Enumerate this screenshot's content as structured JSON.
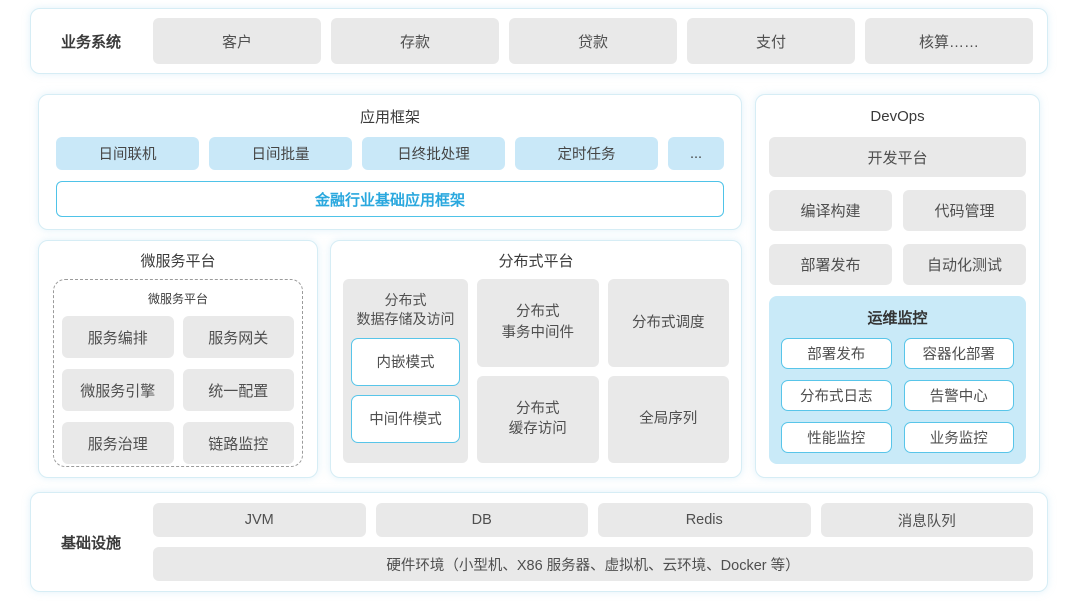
{
  "colors": {
    "container_border": "#d6edf5",
    "box_gray": "#e9e9e9",
    "box_blue": "#c9e8f8",
    "panel_blue": "#c9eaf8",
    "chip_border": "#58c5e9",
    "accent_text": "#2aa8de"
  },
  "business": {
    "label": "业务系统",
    "items": [
      "客户",
      "存款",
      "贷款",
      "支付",
      "核算……"
    ]
  },
  "app_framework": {
    "title": "应用框架",
    "items": [
      "日间联机",
      "日间批量",
      "日终批处理",
      "定时任务",
      "..."
    ],
    "base": "金融行业基础应用框架"
  },
  "microservice": {
    "title": "微服务平台",
    "inner_title": "微服务平台",
    "items": [
      "服务编排",
      "服务网关",
      "微服务引擎",
      "统一配置",
      "服务治理",
      "链路监控"
    ]
  },
  "distributed": {
    "title": "分布式平台",
    "storage": {
      "label_line1": "分布式",
      "label_line2": "数据存储及访问",
      "modes": [
        "内嵌模式",
        "中间件模式"
      ]
    },
    "cells": {
      "transaction_line1": "分布式",
      "transaction_line2": "事务中间件",
      "scheduling": "分布式调度",
      "cache_line1": "分布式",
      "cache_line2": "缓存访问",
      "sequence": "全局序列"
    }
  },
  "devops": {
    "title": "DevOps",
    "dev_platform": "开发平台",
    "items": [
      "编译构建",
      "代码管理",
      "部署发布",
      "自动化测试"
    ],
    "monitoring": {
      "title": "运维监控",
      "items": [
        "部署发布",
        "容器化部署",
        "分布式日志",
        "告警中心",
        "性能监控",
        "业务监控"
      ]
    }
  },
  "infrastructure": {
    "label": "基础设施",
    "items": [
      "JVM",
      "DB",
      "Redis",
      "消息队列"
    ],
    "hardware": "硬件环境（小型机、X86 服务器、虚拟机、云环境、Docker 等）"
  }
}
